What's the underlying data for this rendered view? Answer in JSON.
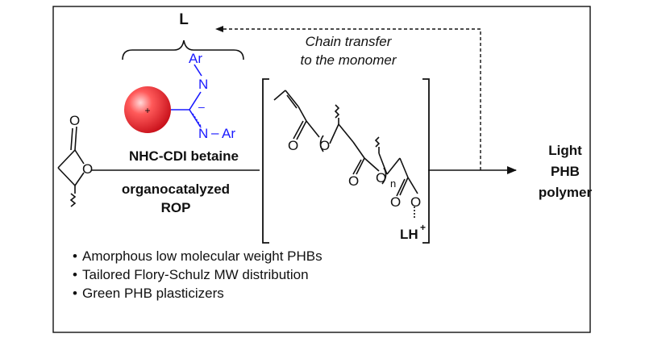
{
  "ligand_label": "L",
  "chain_transfer": {
    "line1": "Chain transfer",
    "line2": "to the monomer"
  },
  "betaine": {
    "charge": "+",
    "ar_top": "Ar",
    "n_top": "N",
    "n_bottom": "N",
    "dash": "–",
    "ar_bottom": "Ar",
    "anion": "–",
    "name": "NHC-CDI betaine"
  },
  "monomer": {
    "o_carbonyl": "O",
    "o_ring": "O"
  },
  "conditions": {
    "line1": "organocatalyzed",
    "line2": "ROP"
  },
  "polymer_chain": {
    "o1": "O",
    "o2": "O",
    "o3": "O",
    "o4": "O",
    "n_sub": "n",
    "o5": "O",
    "o6": "O",
    "counter_cation": "LH",
    "counter_charge": "+"
  },
  "product": {
    "line1": "Light",
    "line2": "PHB",
    "line3": "polymer"
  },
  "bullets": [
    "Amorphous low molecular weight PHBs",
    "Tailored Flory-Schulz MW distribution",
    "Green PHB plasticizers"
  ],
  "colors": {
    "betaine_blue": "#1a1aff",
    "sphere_red": "#e8202a",
    "text": "#111111"
  },
  "icons": {
    "bullet": "•"
  }
}
